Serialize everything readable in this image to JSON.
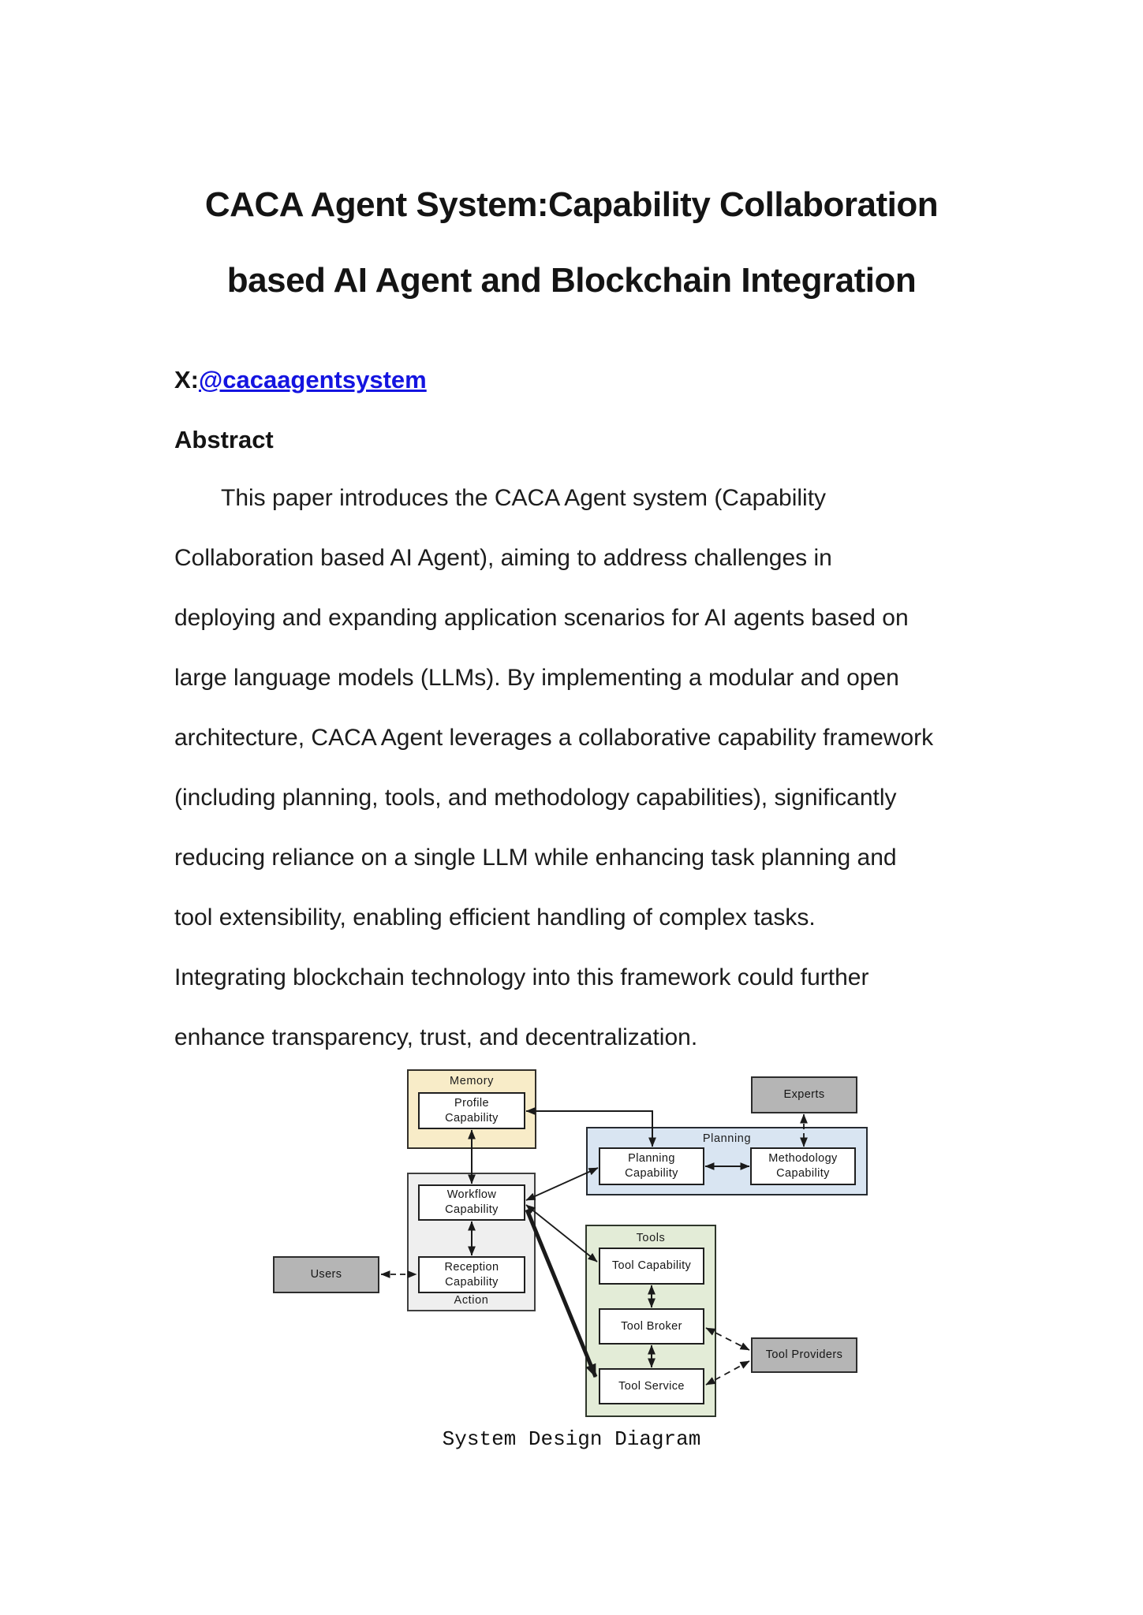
{
  "document": {
    "title_line1": "CACA Agent System:Capability Collaboration",
    "title_line2": "based AI Agent and Blockchain Integration",
    "x_prefix": "X:",
    "x_handle": "@cacaagentsystem",
    "abstract_heading": "Abstract",
    "abstract_lines": [
      "This paper introduces the CACA Agent system (Capability",
      "Collaboration based AI Agent), aiming to address challenges in",
      "deploying and expanding application scenarios for AI agents based on",
      "large language models (LLMs). By implementing a modular and open",
      "architecture, CACA Agent leverages a collaborative capability framework",
      "(including planning, tools, and methodology capabilities), significantly",
      "reducing reliance on a single LLM while enhancing task planning and",
      "tool extensibility, enabling efficient handling of complex tasks.",
      "Integrating blockchain technology into this framework could further",
      "enhance transparency, trust, and decentralization."
    ],
    "figure_caption": "System Design Diagram"
  },
  "diagram": {
    "groups": {
      "memory": "Memory",
      "planning": "Planning",
      "tools": "Tools",
      "action": "Action"
    },
    "nodes": {
      "profile": "Profile Capability",
      "workflow": "Workflow Capability",
      "reception": "Reception Capability",
      "users": "Users",
      "experts": "Experts",
      "planning_capability": "Planning Capability",
      "methodology_capability": "Methodology Capability",
      "tool_capability": "Tool Capability",
      "tool_broker": "Tool Broker",
      "tool_service": "Tool Service",
      "tool_providers": "Tool Providers"
    },
    "colors": {
      "memory_fill": "#f8ecc8",
      "planning_fill": "#d9e5f2",
      "tools_fill": "#e3ecd7",
      "action_fill": "#efefef",
      "entity_fill": "#b5b5b5",
      "node_fill": "#ffffff",
      "line": "#1a1a1a",
      "link": "#1414e0"
    }
  }
}
